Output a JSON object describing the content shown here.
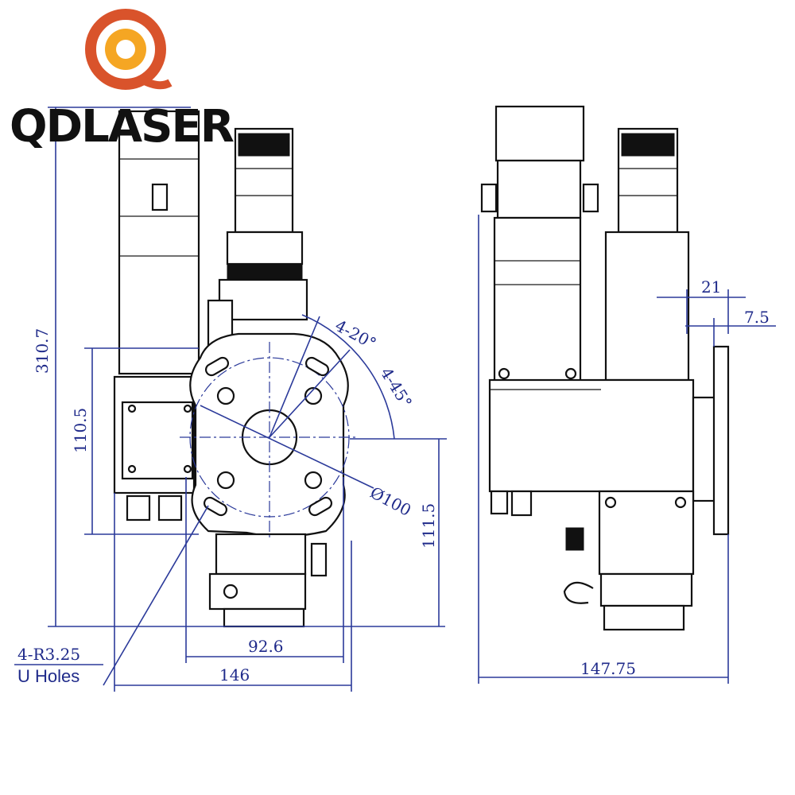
{
  "logo": {
    "text": "QDLASER",
    "brand_color_sun": "#f5a623",
    "brand_color_ring": "#d9532b"
  },
  "left_view": {
    "dims": {
      "total_height": "310.7",
      "height_upper": "110.5",
      "height_lower": "111.5",
      "flange_width": "92.6",
      "total_width": "146",
      "angle_a": "4-20°",
      "angle_b": "4-45°",
      "flange_diameter": "Ø100",
      "holes_spec": "4-R3.25",
      "holes_label": "U Holes"
    }
  },
  "right_view": {
    "dims": {
      "offset_a": "21",
      "offset_b": "7.5",
      "total_width": "147.75"
    }
  },
  "colors": {
    "dimension": "#2b3a9a",
    "outline": "#111111"
  }
}
